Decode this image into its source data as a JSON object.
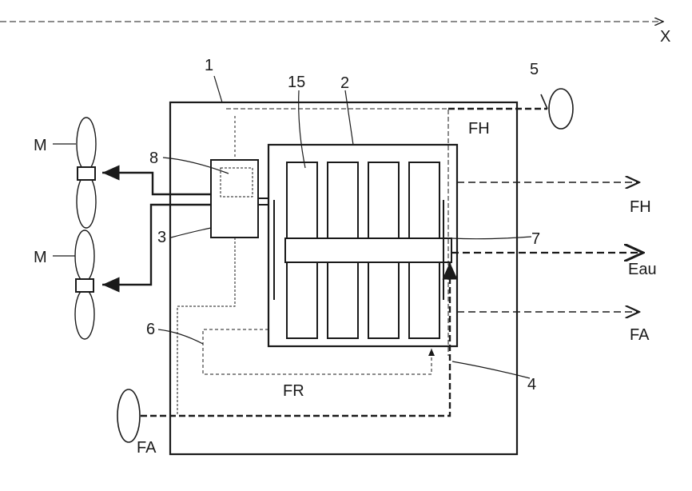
{
  "labels": {
    "axis_x": "X",
    "ref_1": "1",
    "ref_2": "2",
    "ref_3": "3",
    "ref_4": "4",
    "ref_5": "5",
    "ref_6": "6",
    "ref_7": "7",
    "ref_8": "8",
    "ref_15": "15",
    "motor_top": "M",
    "motor_bottom": "M",
    "fh_inner": "FH",
    "fh_out": "FH",
    "eau_out": "Eau",
    "fa_out": "FA",
    "fa_in": "FA",
    "fr": "FR"
  }
}
